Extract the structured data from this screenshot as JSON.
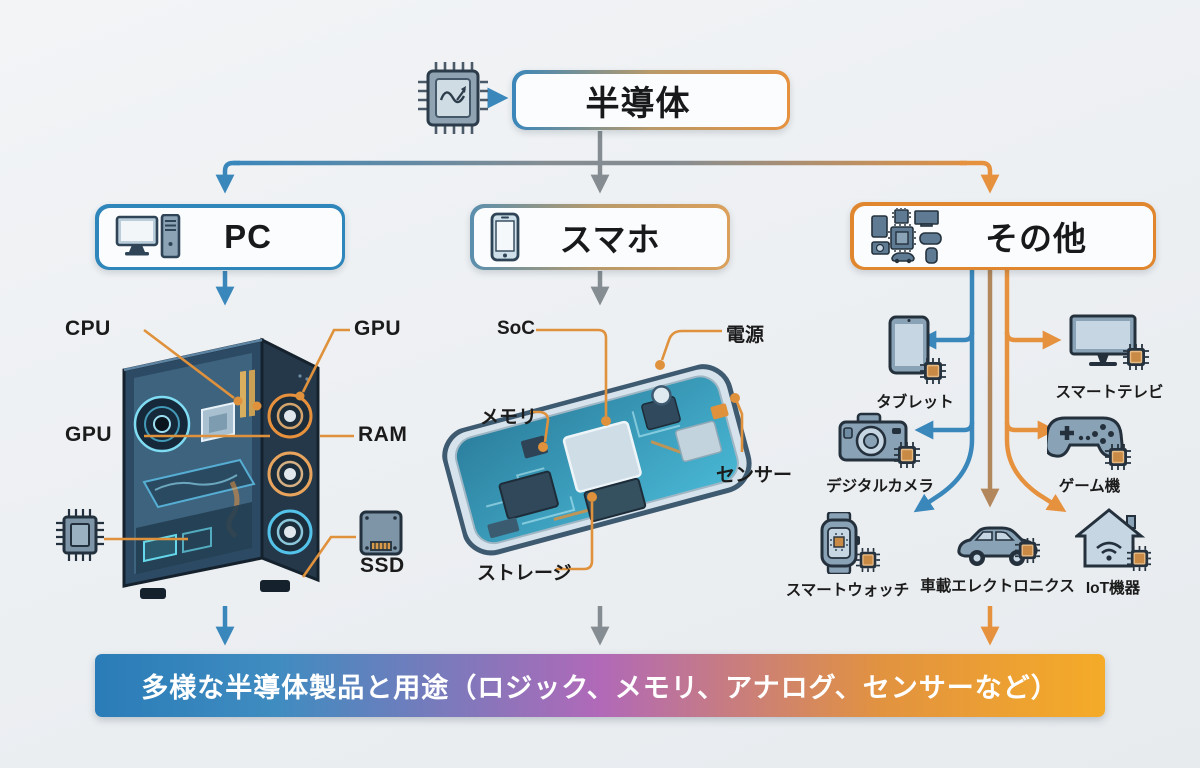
{
  "palette": {
    "blue": "#3a87bb",
    "orange": "#e6913e",
    "gray": "#858d92",
    "tan": "#b3875c",
    "leader_orange": "#df913c",
    "banner_blue": "#2a7cb8",
    "banner_purple": "#b169b8",
    "banner_orange": "#f5ab28",
    "text_dark": "#1b1b1b"
  },
  "header": {
    "title": "半導体",
    "chip_icon": "microchip-signal-icon"
  },
  "branches": {
    "pc": {
      "label": "PC",
      "icon": "desktop-pc-icon"
    },
    "smartphone": {
      "label": "スマホ",
      "icon": "smartphone-icon"
    },
    "others": {
      "label": "その他",
      "icon": "devices-cluster-icon"
    }
  },
  "pc_parts": {
    "cpu": "CPU",
    "gpu_left": "GPU",
    "gpu_right": "GPU",
    "ram": "RAM",
    "ssd": "SSD"
  },
  "phone_parts": {
    "soc": "SoC",
    "memory": "メモリ",
    "power": "電源",
    "sensor": "センサー",
    "storage": "ストレージ"
  },
  "other_devices": {
    "tablet": {
      "label": "タブレット",
      "icon": "tablet-icon"
    },
    "smart_tv": {
      "label": "スマートテレビ",
      "icon": "smart-tv-icon"
    },
    "digital_camera": {
      "label": "デジタルカメラ",
      "icon": "camera-icon"
    },
    "game_console": {
      "label": "ゲーム機",
      "icon": "gamepad-icon"
    },
    "smartwatch": {
      "label": "スマートウォッチ",
      "icon": "smartwatch-icon"
    },
    "automotive": {
      "label": "車載エレクトロニクス",
      "icon": "car-icon"
    },
    "iot": {
      "label": "IoT機器",
      "icon": "iot-house-icon"
    }
  },
  "banner": {
    "text": "多様な半導体製品と用途（ロジック、メモリ、アナログ、センサーなど）"
  }
}
